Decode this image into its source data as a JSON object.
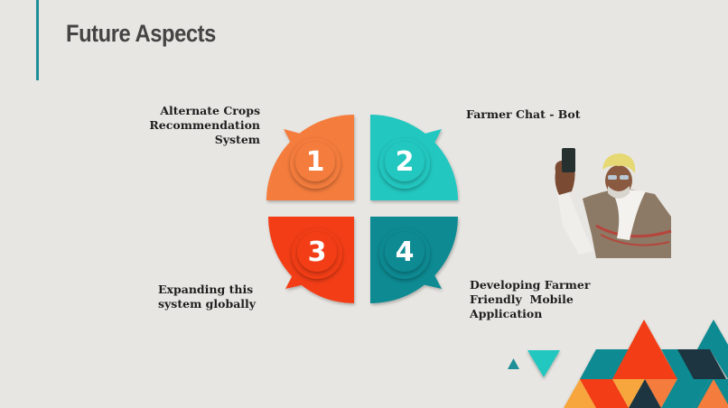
{
  "slide": {
    "title": "Future Aspects",
    "accent_color": "#1e8f98",
    "background": "#e8e6e2"
  },
  "quadrants": [
    {
      "number": "1",
      "color": "#f47c3c",
      "label": "Alternate Crops\nRecommendation\nSystem"
    },
    {
      "number": "2",
      "color": "#22c7c0",
      "label": "Farmer Chat - Bot"
    },
    {
      "number": "3",
      "color": "#f23d12",
      "label": "Expanding this\nsystem globally"
    },
    {
      "number": "4",
      "color": "#0e8a92",
      "label": "Developing Farmer\nFriendly  Mobile\nApplication"
    }
  ],
  "image": {
    "description": "Elderly farmer in yellow turban taking a selfie with a smartphone"
  },
  "decor_colors": [
    "#f23d12",
    "#0e8a92",
    "#1a3441",
    "#f7a63c",
    "#f47c3c",
    "#22c7c0"
  ]
}
